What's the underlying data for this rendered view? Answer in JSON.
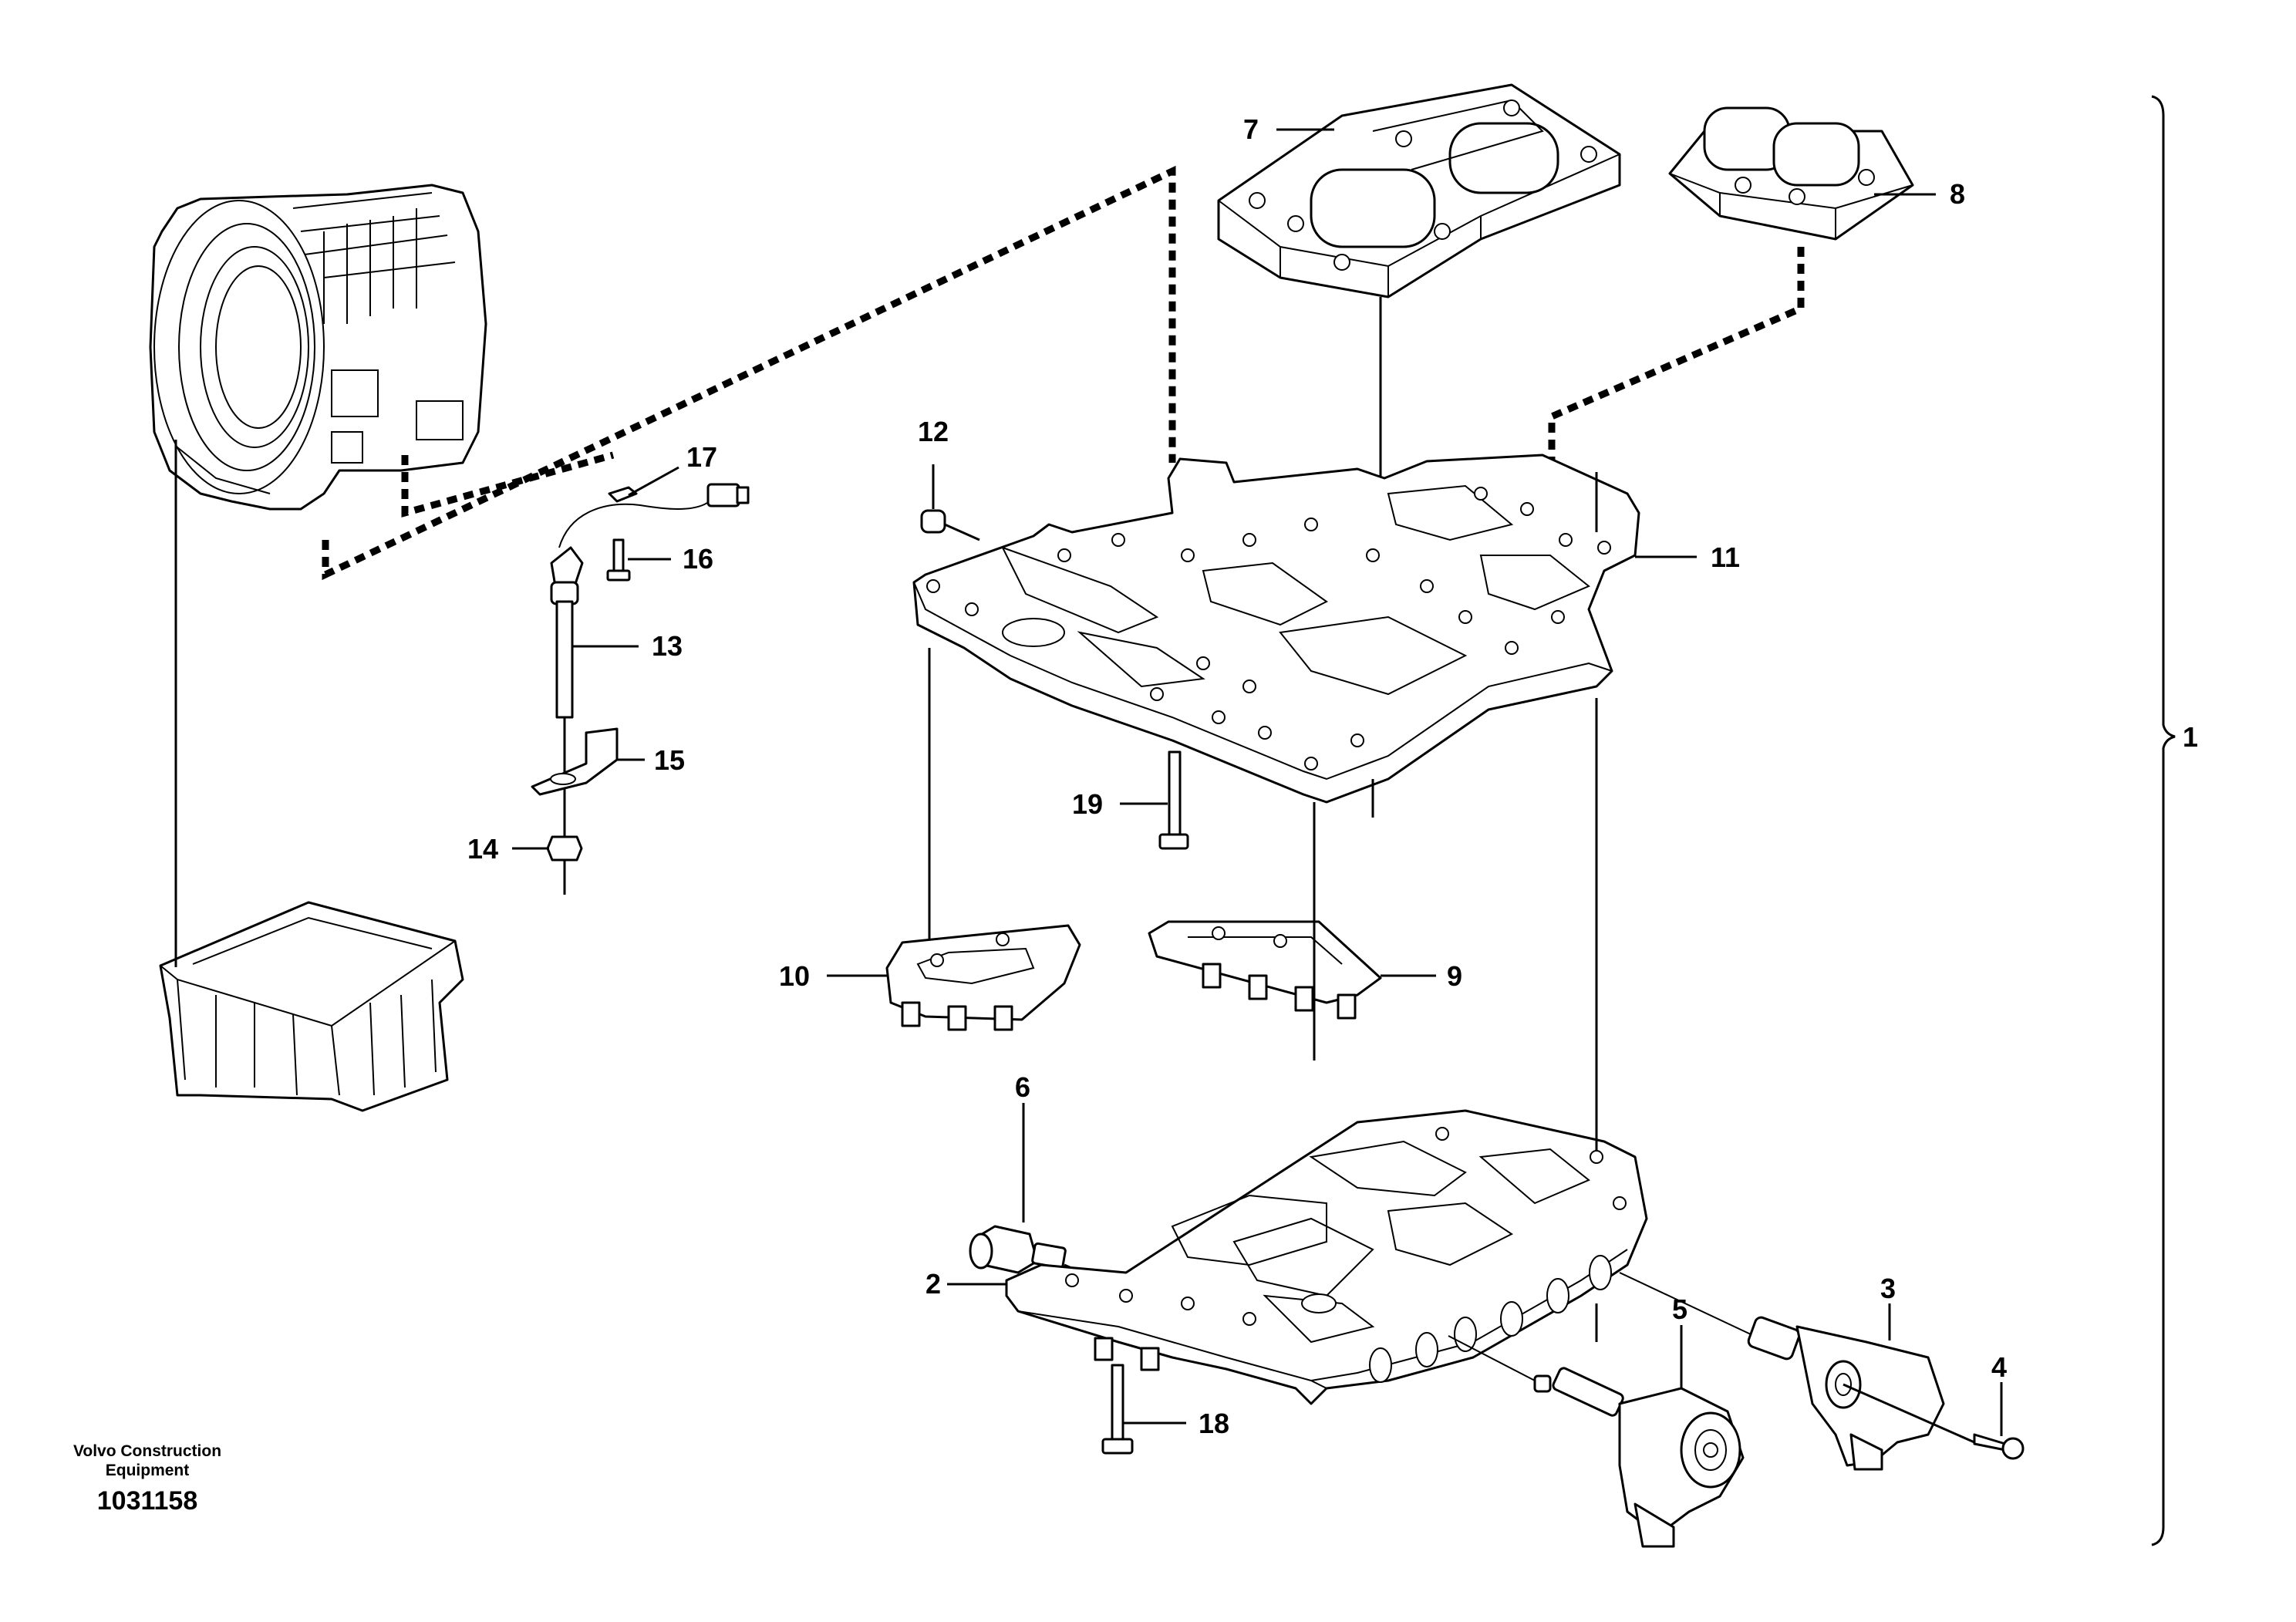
{
  "drawing": {
    "callouts": {
      "c1": "1",
      "c2": "2",
      "c3": "3",
      "c4": "4",
      "c5": "5",
      "c6": "6",
      "c7": "7",
      "c8": "8",
      "c9": "9",
      "c10": "10",
      "c11": "11",
      "c12": "12",
      "c13": "13",
      "c14": "14",
      "c15": "15",
      "c16": "16",
      "c17": "17",
      "c18": "18",
      "c19": "19"
    },
    "footer": {
      "brand_line1": "Volvo Construction",
      "brand_line2": "Equipment",
      "doc_number": "1031158"
    }
  }
}
